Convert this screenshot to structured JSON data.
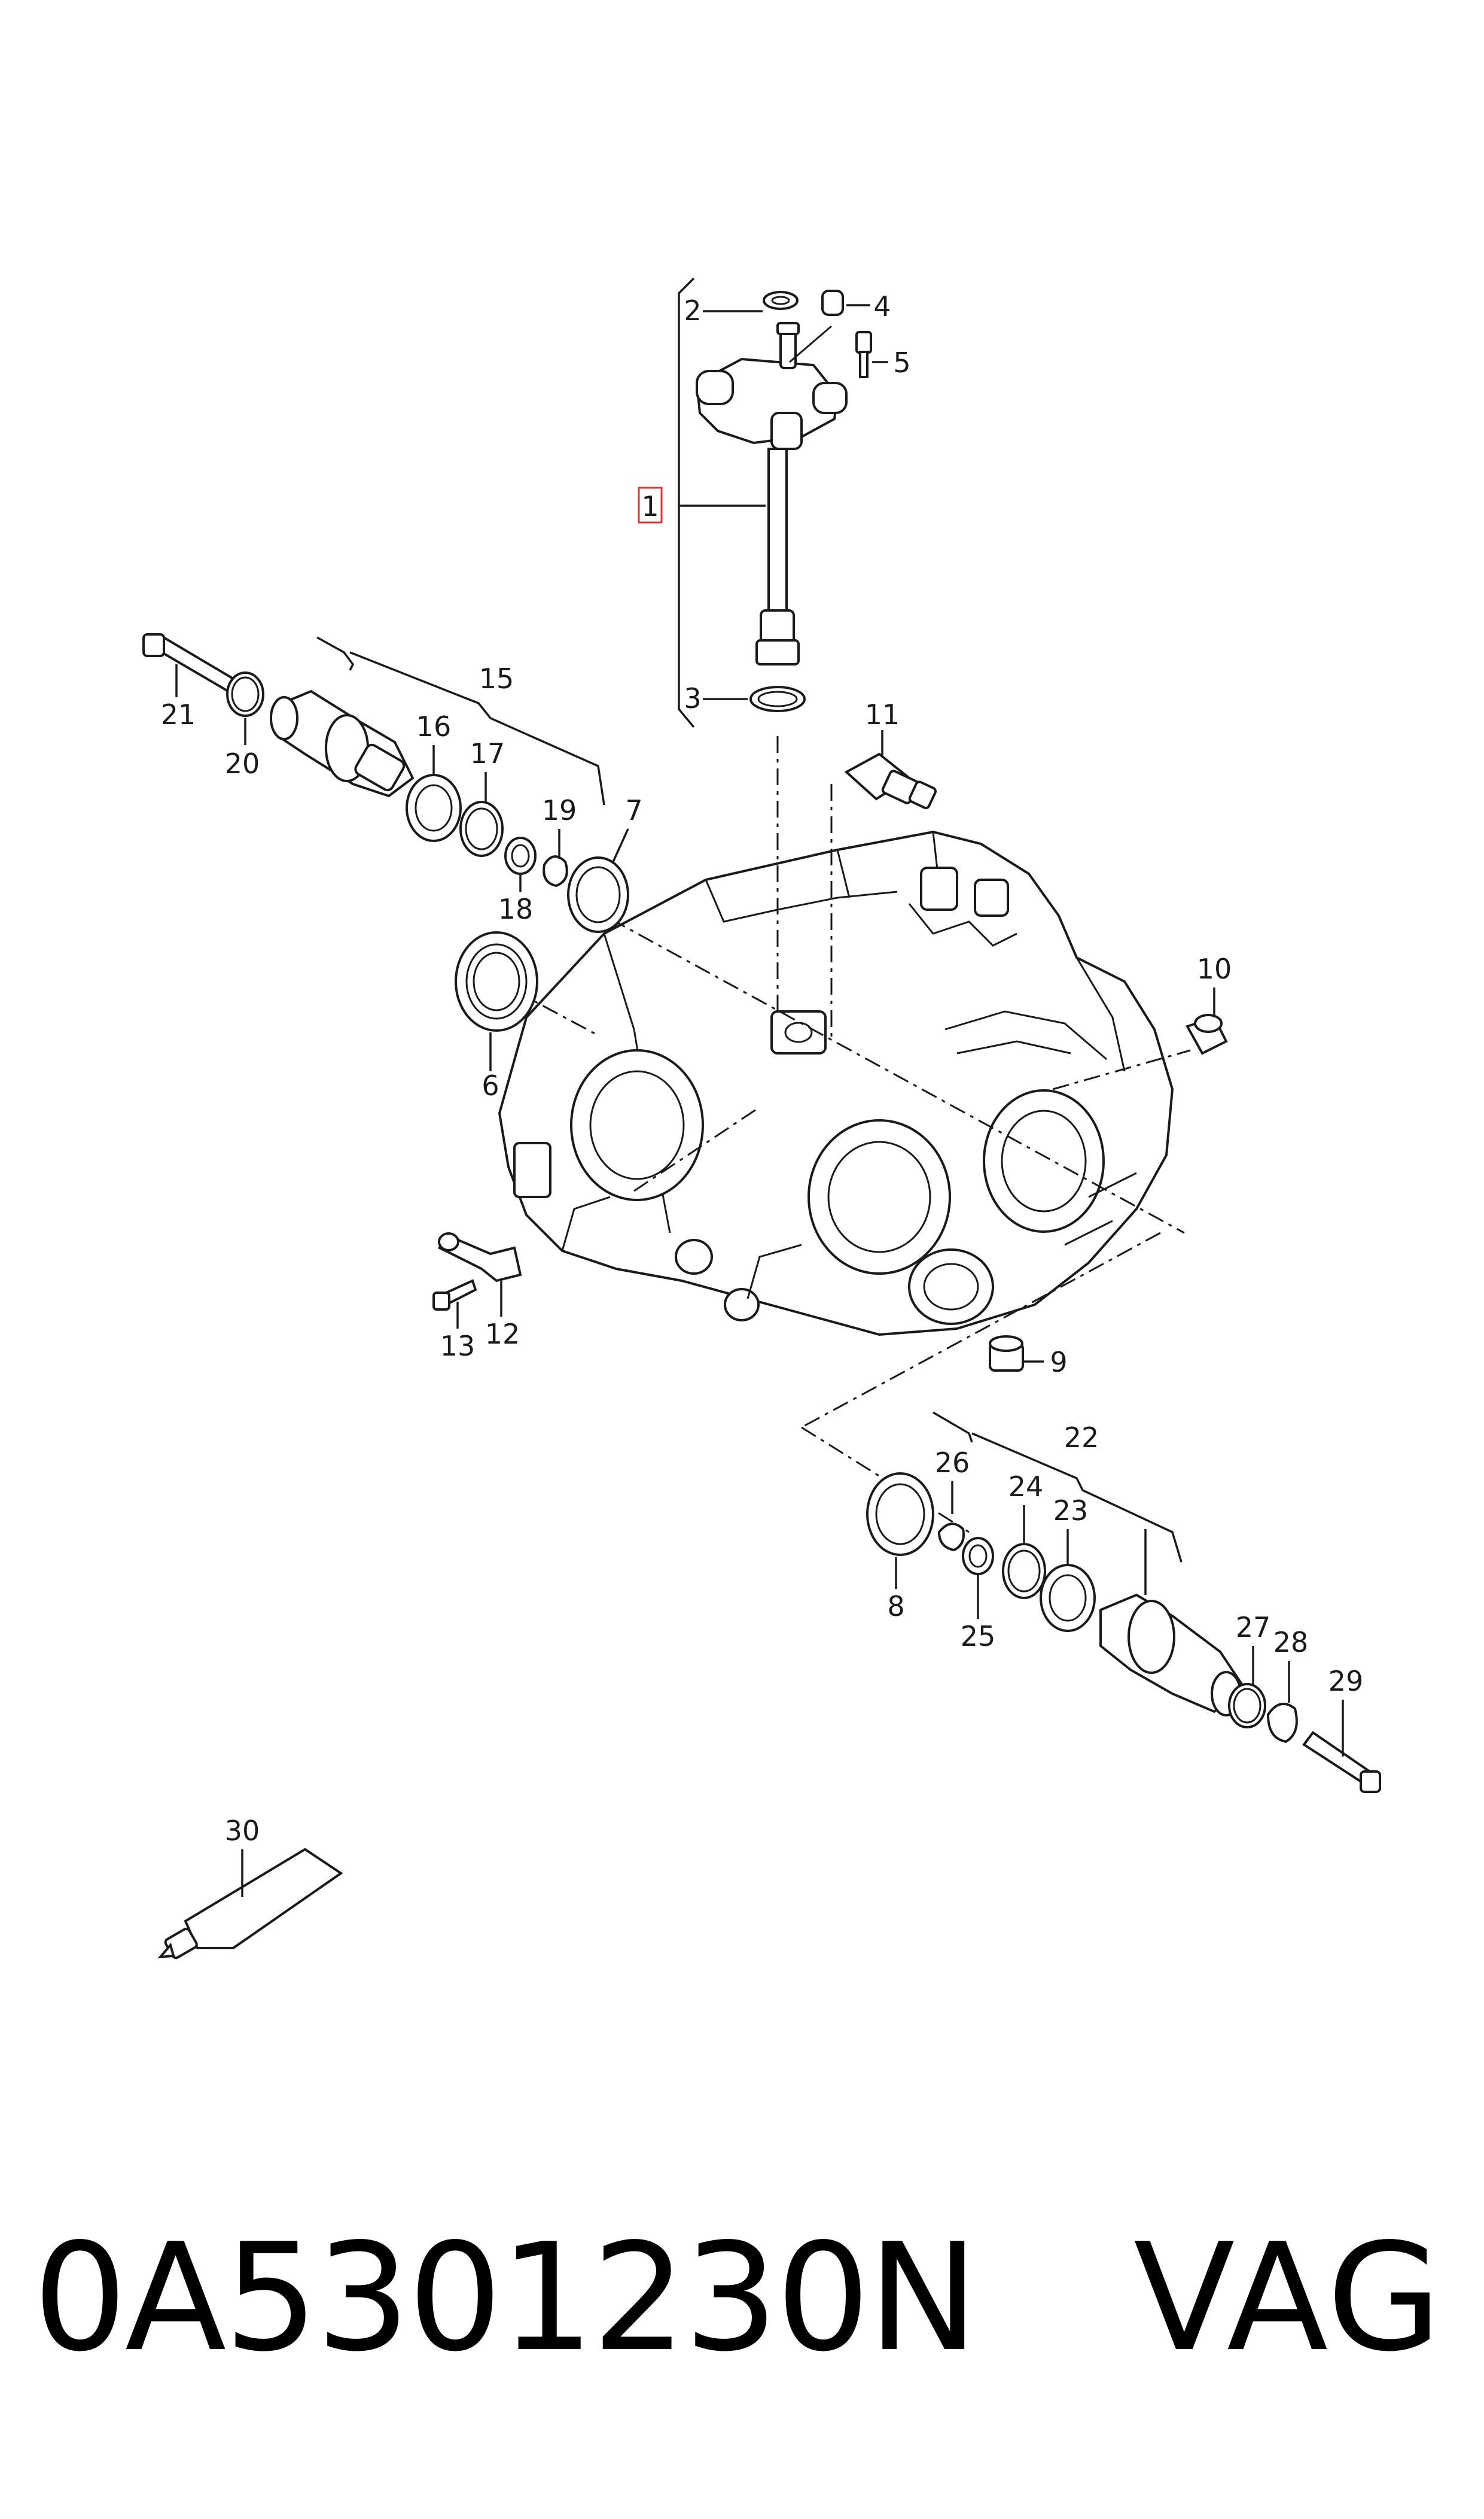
{
  "diagram": {
    "callouts": {
      "c1": "1",
      "c2": "2",
      "c3": "3",
      "c4": "4",
      "c5": "5",
      "c6": "6",
      "c7": "7",
      "c8": "8",
      "c9": "9",
      "c10": "10",
      "c11": "11",
      "c12": "12",
      "c13": "13",
      "c15": "15",
      "c16": "16",
      "c17": "17",
      "c18": "18",
      "c19": "19",
      "c20": "20",
      "c21": "21",
      "c22": "22",
      "c23": "23",
      "c24": "24",
      "c25": "25",
      "c26": "26",
      "c27": "27",
      "c28": "28",
      "c29": "29",
      "c30": "30"
    },
    "highlighted_callout": "1",
    "highlight_color": "#e0343a",
    "line_color": "#1a1a1a"
  },
  "footer": {
    "part_number": "0A5301230N",
    "brand": "VAG"
  }
}
